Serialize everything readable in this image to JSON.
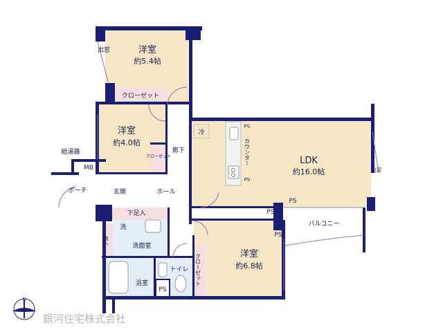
{
  "colors": {
    "wall": "#1b1f73",
    "room": "#f8e7c6",
    "closet": "#f6dfe0",
    "wet": "#e4eef8",
    "logo_text": "#b9b9b9"
  },
  "rooms": {
    "bed1": {
      "name": "洋室",
      "size": "約5.4帖"
    },
    "bed2": {
      "name": "洋室",
      "size": "約4.0帖"
    },
    "bed3": {
      "name": "洋室",
      "size": "約6.8帖"
    },
    "ldk": {
      "name": "LDK",
      "size": "約16.0帖"
    }
  },
  "labels": {
    "closet": "クローゼット",
    "closet_small": "クローゼット",
    "closet_bed3": "クローゼット",
    "bay_window": "出窓",
    "bay_window_ldk": "出窓",
    "water_heater": "給湯器",
    "mb": "MB",
    "porch": "ポーチ",
    "entrance": "玄関",
    "hall": "ホール",
    "corridor": "廊下",
    "fridge": "冷",
    "counter": "カウンター",
    "shoe_storage": "下足入",
    "washer": "洗",
    "storage": "物入",
    "washroom": "洗面室",
    "bathroom": "浴室",
    "toilet": "トイレ",
    "ps": "PS",
    "balcony": "バルコニー",
    "compass_n": "N"
  },
  "company": "銀河住宅株式会社"
}
